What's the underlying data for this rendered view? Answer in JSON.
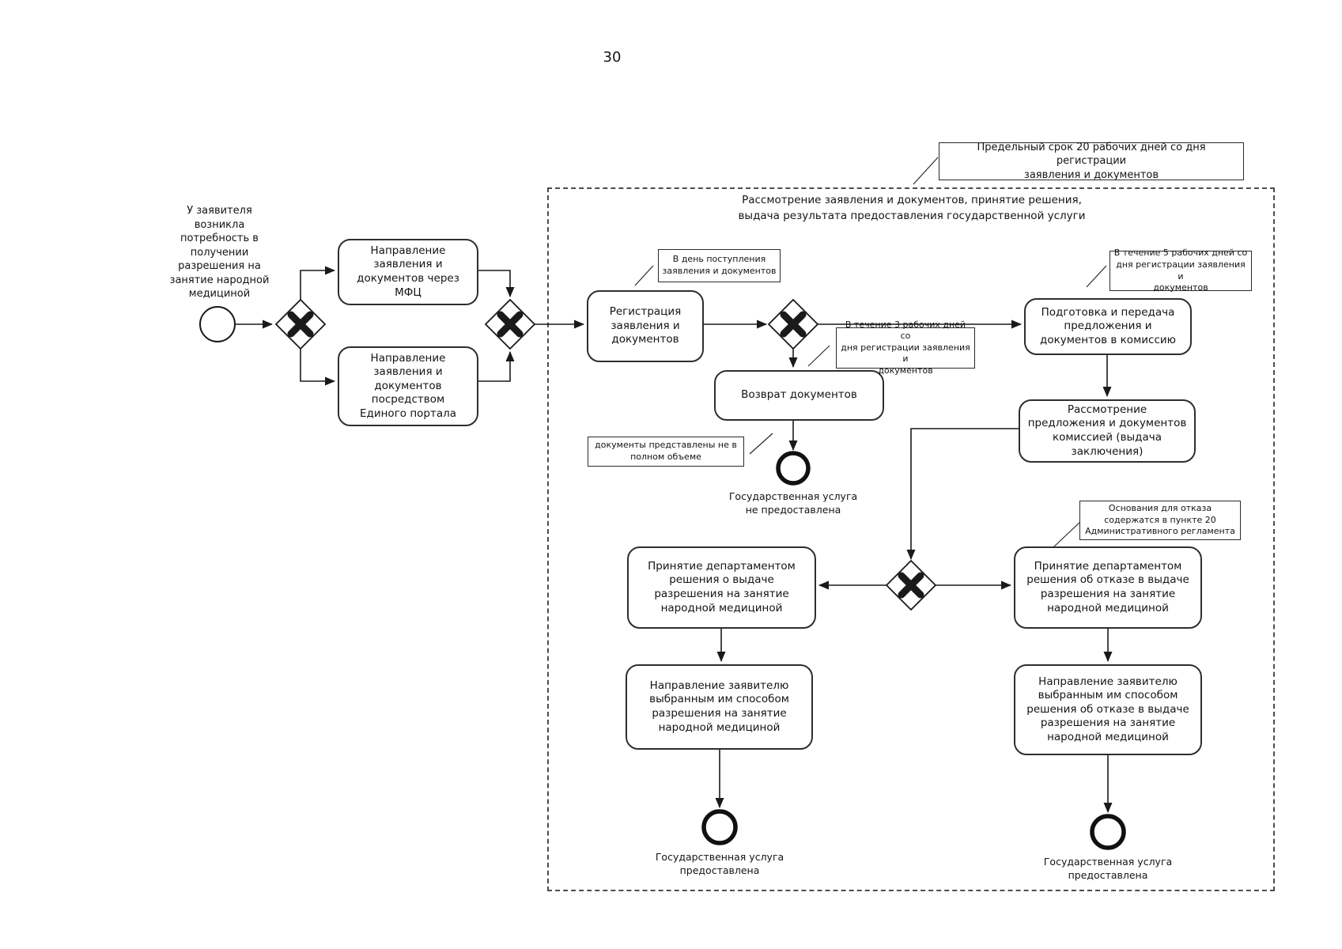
{
  "page": {
    "number": "30"
  },
  "colors": {
    "line": "#1a1a1a",
    "box_border": "#2e2e2e",
    "background": "#ffffff"
  },
  "start_event": {
    "label": "У заявителя\nвозникла\nпотребность в\nполучении\nразрешения на\nзанятие народной\nмедициной"
  },
  "subprocess": {
    "title": "Рассмотрение заявления и документов, принятие решения,\nвыдача результата предоставления государственной услуги"
  },
  "tasks": {
    "mfc": "Направление\nзаявления и\nдокументов через\nМФЦ",
    "portal": "Направление\nзаявления и\nдокументов\nпосредством\nЕдиного портала",
    "registration": "Регистрация\nзаявления и\nдокументов",
    "vozvrat": "Возврат документов",
    "podgotovka": "Подготовка и передача\nпредложения и\nдокументов в комиссию",
    "rassmotrenie": "Рассмотрение\nпредложения и документов\nкомиссией (выдача\nзаключения)",
    "decision_vydacha": "Принятие департаментом\nрешения о выдаче\nразрешения на занятие\nнародной медициной",
    "decision_otkaz": "Принятие департаментом\nрешения об отказе в выдаче\nразрешения на занятие\nнародной медициной",
    "napravlenie_vydacha": "Направление заявителю\nвыбранным им способом\nразрешения на занятие\nнародной медициной",
    "napravlenie_otkaz": "Направление заявителю\nвыбранным им способом\nрешения об отказе в выдаче\nразрешения на занятие\nнародной медициной"
  },
  "annotations": {
    "deadline": "Предельный срок 20 рабочих дней со дня регистрации\nзаявления и документов",
    "same_day": "В день поступления\nзаявления и документов",
    "three_days": "В течение 3 рабочих дней со\nдня регистрации заявления и\nдокументов",
    "five_days": "В течение 5 рабочих дней со\nдня регистрации заявления и\nдокументов",
    "incomplete": "документы представлены не в\nполном объеме",
    "refusal_grounds": "Основания для отказа\nсодержатся в пункте 20\nАдминистративного регламента"
  },
  "end_events": {
    "not_provided": "Государственная услуга\nне предоставлена",
    "provided_left": "Государственная услуга\nпредоставлена",
    "provided_right": "Государственная услуга\nпредоставлена"
  }
}
